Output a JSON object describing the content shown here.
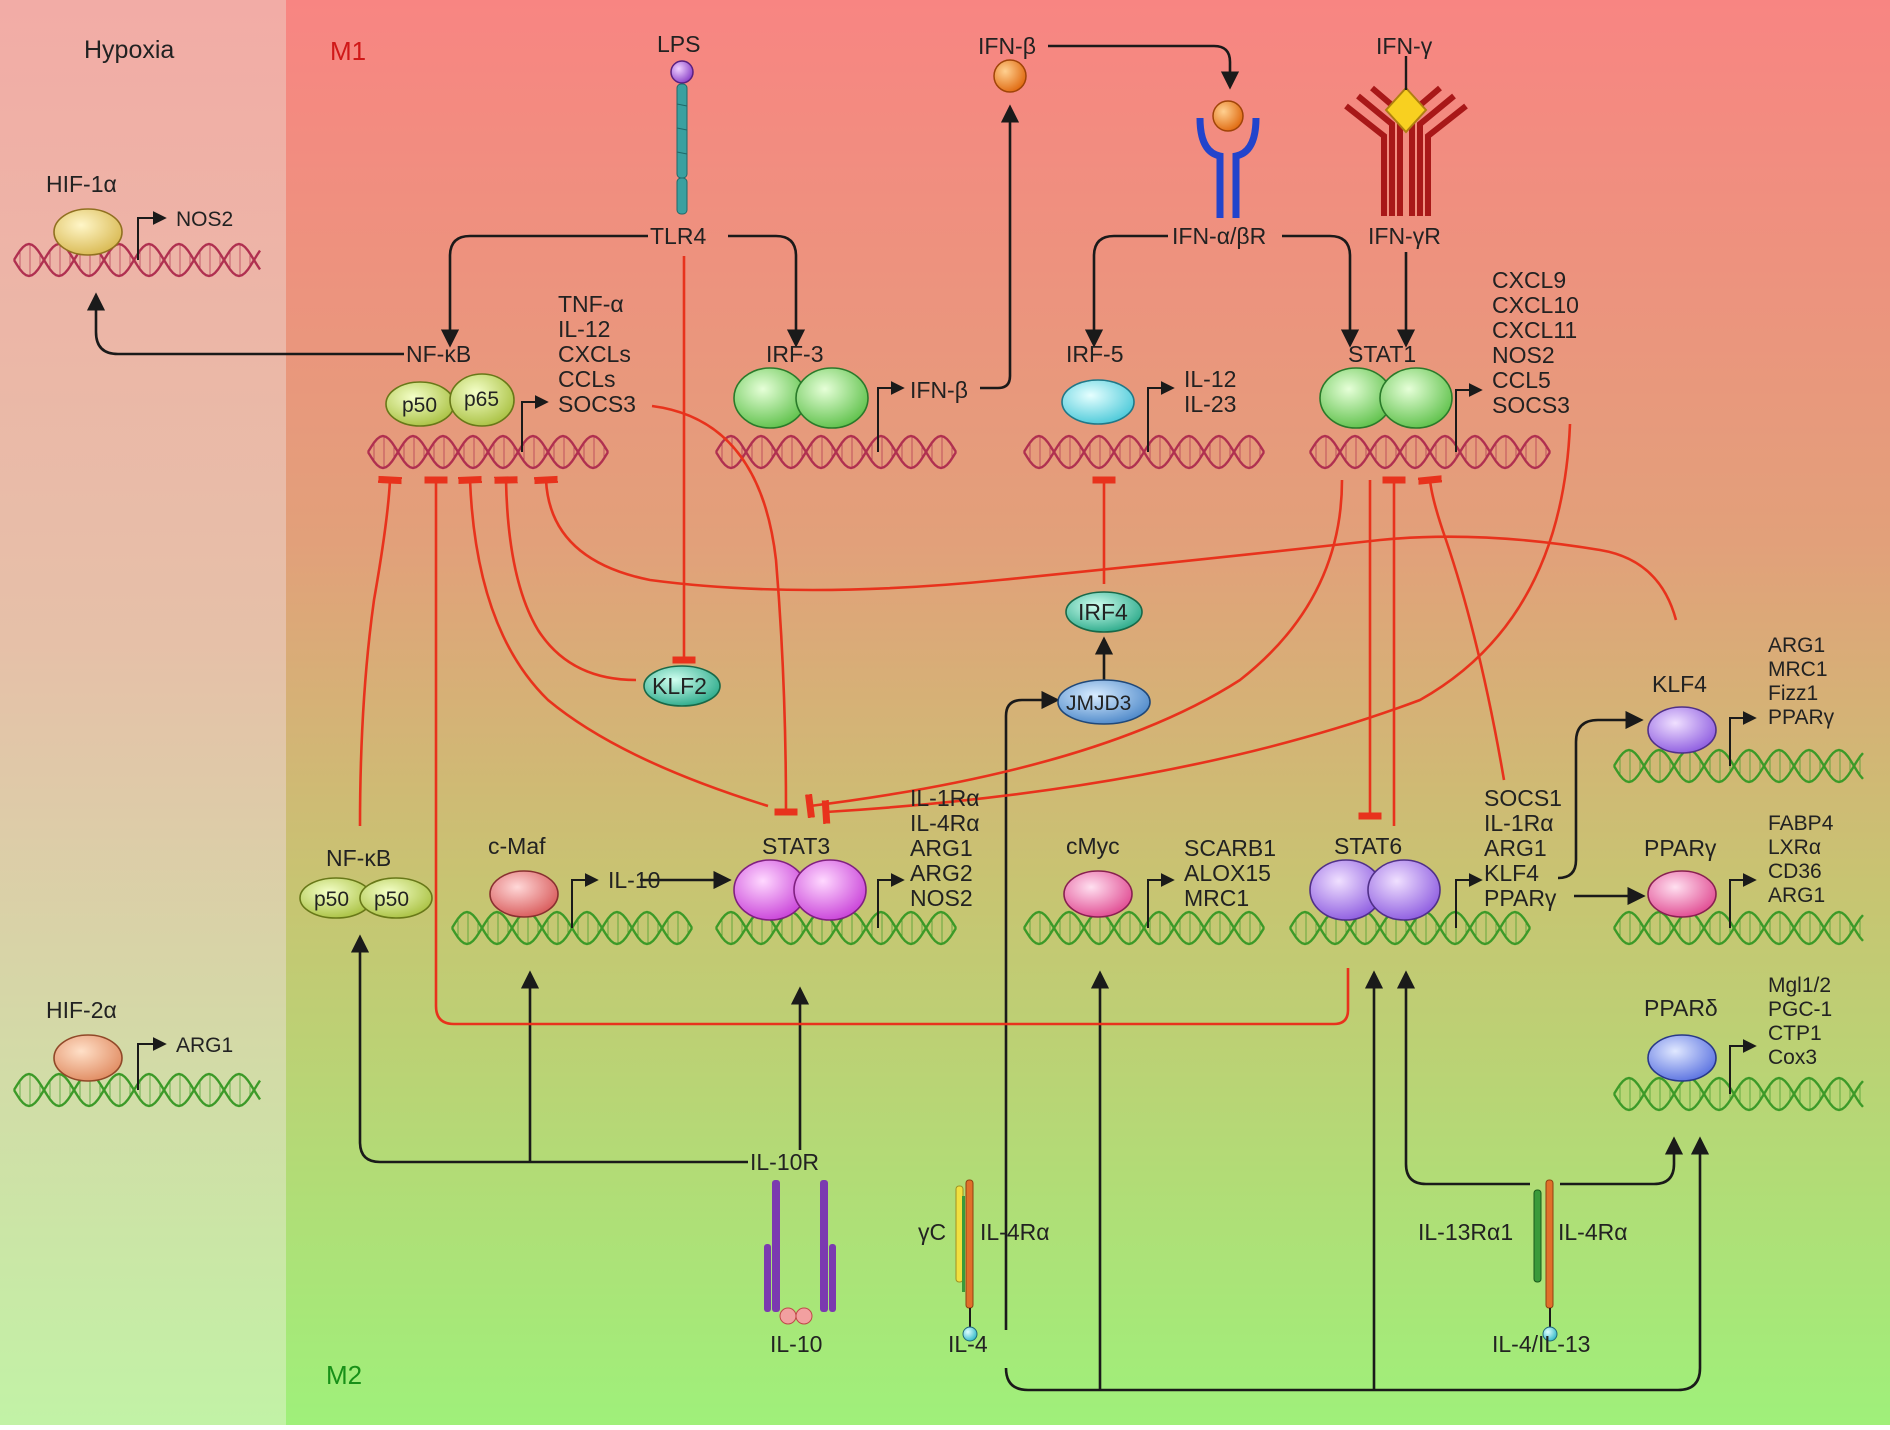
{
  "regions": {
    "hypoxia": "Hypoxia",
    "m1": "M1",
    "m2": "M2"
  },
  "colors": {
    "m1_bg": "#f48882",
    "m2_bg": "#a8f07c",
    "inhibit": "#e8321c",
    "activate": "#1a1a1a",
    "dna_red": "#b03050",
    "dna_green": "#3c9a28"
  },
  "hif": {
    "hif1a": "HIF-1α",
    "hif1a_target": "NOS2",
    "hif2a": "HIF-2α",
    "hif2a_target": "ARG1"
  },
  "ligands": {
    "lps": "LPS",
    "ifnb_top": "IFN-β",
    "ifng": "IFN-γ",
    "il10": "IL-10",
    "il4": "IL-4",
    "il4_il13": "IL-4/IL-13"
  },
  "receptors": {
    "tlr4": "TLR4",
    "ifnabr": "IFN-α/βR",
    "ifngr": "IFN-γR",
    "il10r": "IL-10R",
    "gc": "γC",
    "il4ra_a": "IL-4Rα",
    "il13ra1": "IL-13Rα1",
    "il4ra_b": "IL-4Rα"
  },
  "tf_top": {
    "nfkb": "NF-κB",
    "p50": "p50",
    "p65": "p65",
    "nfkb_targets": [
      "TNF-α",
      "IL-12",
      "CXCLs",
      "CCLs",
      "SOCS3"
    ],
    "irf3": "IRF-3",
    "irf3_target": "IFN-β",
    "irf5": "IRF-5",
    "irf5_targets": [
      "IL-12",
      "IL-23"
    ],
    "stat1": "STAT1",
    "stat1_targets": [
      "CXCL9",
      "CXCL10",
      "CXCL11",
      "NOS2",
      "CCL5",
      "SOCS3"
    ]
  },
  "middle": {
    "klf2": "KLF2",
    "irf4": "IRF4",
    "jmjd3": "JMJD3"
  },
  "tf_bottom": {
    "nfkb2": "NF-κB",
    "p50a": "p50",
    "p50b": "p50",
    "cmaf": "c-Maf",
    "cmaf_target": "IL-10",
    "stat3": "STAT3",
    "stat3_targets": [
      "IL-1Rα",
      "IL-4Rα",
      "ARG1",
      "ARG2",
      "NOS2"
    ],
    "cmyc": "cMyc",
    "cmyc_targets": [
      "SCARB1",
      "ALOX15",
      "MRC1"
    ],
    "stat6": "STAT6",
    "stat6_targets": [
      "SOCS1",
      "IL-1Rα",
      "ARG1",
      "KLF4",
      "PPARγ"
    ],
    "klf4": "KLF4",
    "klf4_targets": [
      "ARG1",
      "MRC1",
      "Fizz1",
      "PPARγ"
    ],
    "pparg": "PPARγ",
    "pparg_targets": [
      "FABP4",
      "LXRα",
      "CD36",
      "ARG1"
    ],
    "ppard": "PPARδ",
    "ppard_targets": [
      "Mgl1/2",
      "PGC-1",
      "CTP1",
      "Cox3"
    ]
  }
}
